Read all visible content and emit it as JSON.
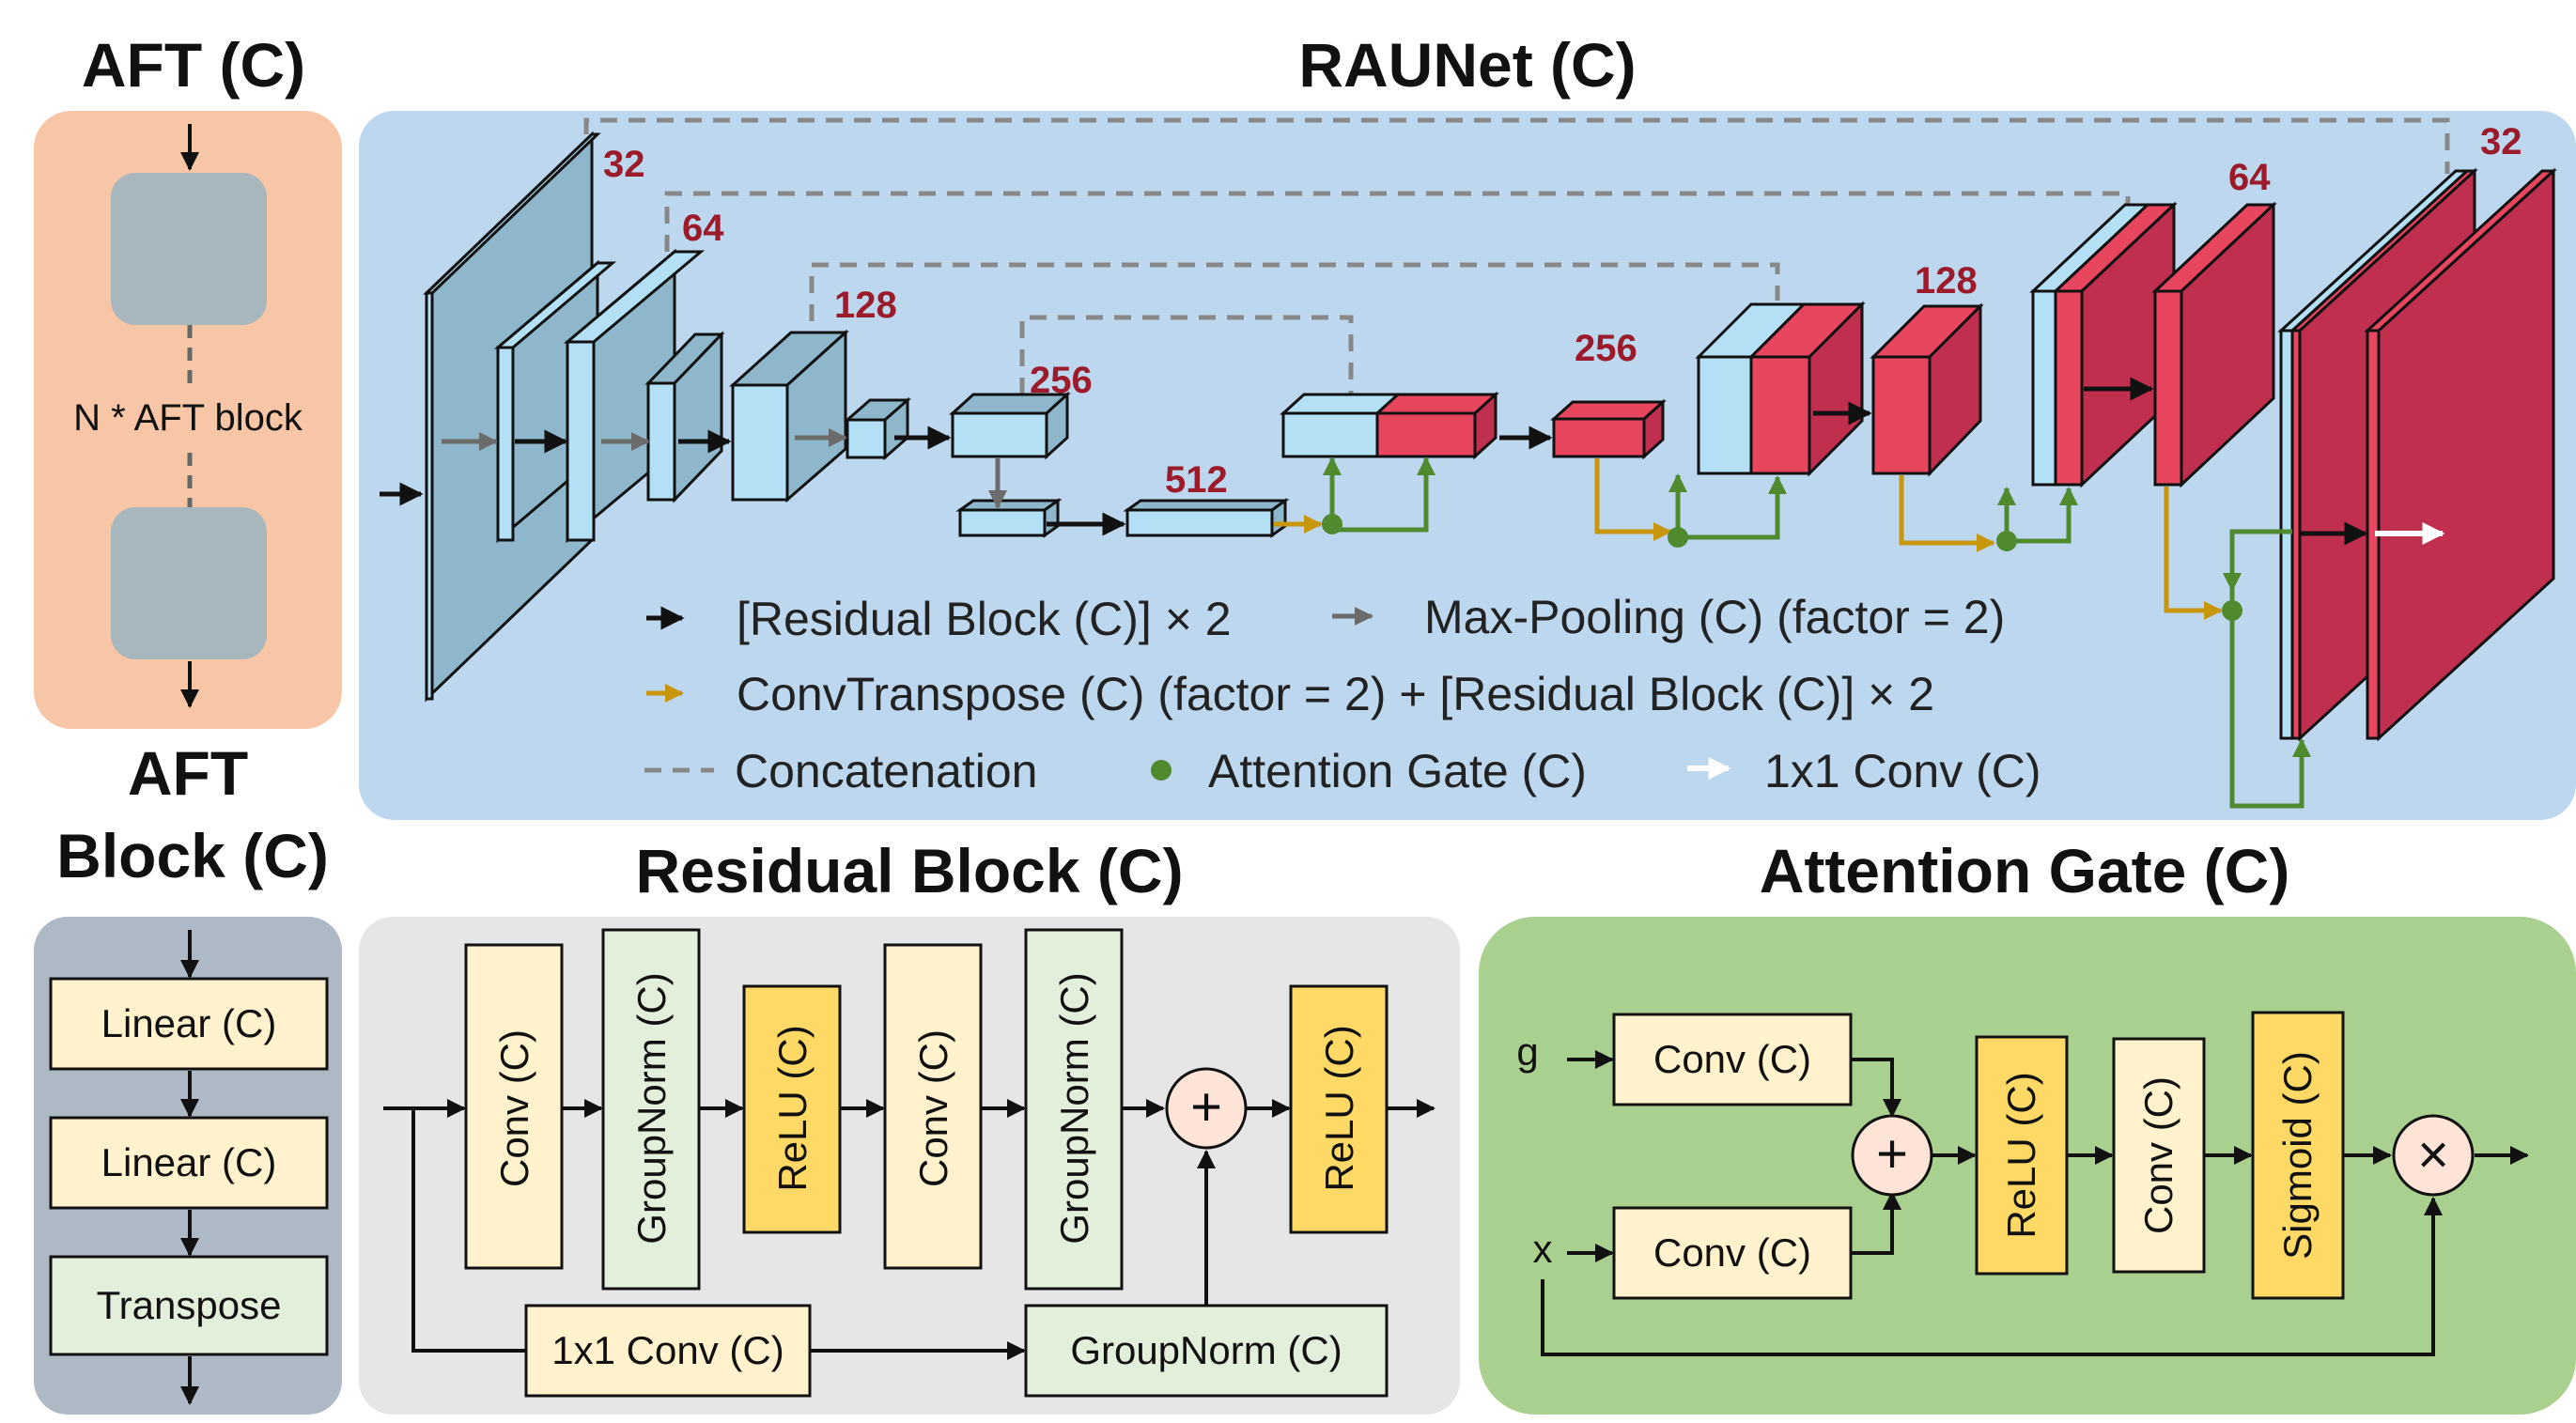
{
  "titles": {
    "aft": "AFT (C)",
    "raunet": "RAUNet (C)",
    "aft_block_line1": "AFT",
    "aft_block_line2": "Block (C)",
    "residual_block": "Residual Block (C)",
    "attention_gate": "Attention Gate (C)"
  },
  "aft": {
    "repeat_label": "N * AFT block"
  },
  "aft_block": {
    "layers": [
      "Linear (C)",
      "Linear (C)",
      "Transpose"
    ]
  },
  "raunet": {
    "channels": {
      "c32_left": "32",
      "c64_left": "64",
      "c128_left": "128",
      "c256_left": "256",
      "c512": "512",
      "c256_right": "256",
      "c128_right": "128",
      "c64_right": "64",
      "c32_right": "32"
    },
    "legend": {
      "residual": "[Residual Block (C)] × 2",
      "maxpool": "Max-Pooling (C) (factor = 2)",
      "convtranspose": "ConvTranspose (C) (factor = 2) + [Residual Block (C)] × 2",
      "concat": "Concatenation",
      "attention": "Attention Gate (C)",
      "conv1x1": "1x1 Conv (C)"
    }
  },
  "residual_block": {
    "layers": [
      "Conv (C)",
      "GroupNorm (C)",
      "ReLU (C)",
      "Conv (C)",
      "GroupNorm (C)",
      "ReLU (C)"
    ],
    "skip_conv": "1x1 Conv (C)",
    "skip_norm": "GroupNorm (C)",
    "add_symbol": "+"
  },
  "attention_gate": {
    "input_g": "g",
    "input_x": "x",
    "conv_g": "Conv (C)",
    "conv_x": "Conv (C)",
    "layers": [
      "ReLU (C)",
      "Conv (C)",
      "Sigmoid (C)"
    ],
    "add_symbol": "+",
    "mul_symbol": "×"
  },
  "colors": {
    "aft_panel": "#f6c6a6",
    "raunet_panel": "#bdd7ee",
    "residual_panel": "#e6e6e6",
    "attention_panel": "#a9d08e",
    "aft_block_panel": "#adb9c4",
    "encoder": "#8fb7cb",
    "encoder_light": "#b3e0f4",
    "decoder": "#e8455f",
    "decoder_dark": "#c0304e",
    "channel_label": "#9b1b2b",
    "arrow_orange": "#c8960c",
    "attention_green": "#4f8a2f",
    "layer_cream": "#fff2cc",
    "layer_yellow": "#ffd966",
    "layer_green": "#e2efda",
    "node_pink": "#fde4d7"
  },
  "icons": [
    "arrow-right-icon",
    "plus-icon",
    "times-icon",
    "dot-icon"
  ]
}
